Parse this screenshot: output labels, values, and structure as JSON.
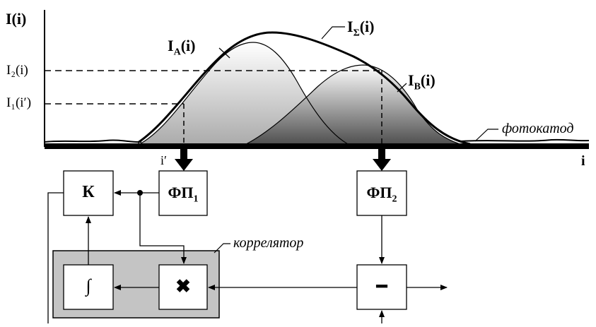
{
  "axes": {
    "y_label": "I(i)",
    "x_label": "i"
  },
  "levels": {
    "level_2": "I₂(i)",
    "level_1": "I₁(i′)",
    "x_mark": "i′"
  },
  "curves": {
    "sum_label_main": "I",
    "sum_label_sub": "Σ",
    "sum_label_tail": "(i)",
    "a_label_main": "I",
    "a_label_sub": "A",
    "a_label_tail": "(i)",
    "b_label_main": "I",
    "b_label_sub": "B",
    "b_label_tail": "(i)",
    "photocathode": "фотокатод"
  },
  "blocks": {
    "k_label": "К",
    "fp1_main": "ФП",
    "fp1_sub": "1",
    "fp2_main": "ФП",
    "fp2_sub": "2",
    "integrator_symbol": "∫",
    "multiplier_symbol": "✖",
    "subtractor_symbol": "━",
    "correlator_label": "коррелятор"
  }
}
